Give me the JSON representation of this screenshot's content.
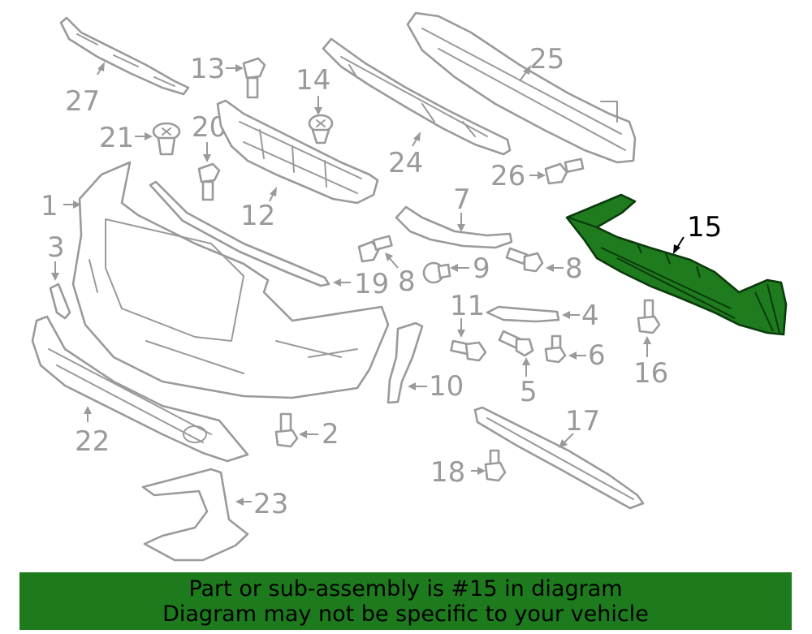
{
  "callouts": {
    "c1": "1",
    "c2": "2",
    "c3": "3",
    "c4": "4",
    "c5": "5",
    "c6": "6",
    "c7": "7",
    "c8a": "8",
    "c8b": "8",
    "c9": "9",
    "c10": "10",
    "c11": "11",
    "c12": "12",
    "c13": "13",
    "c14": "14",
    "c15": "15",
    "c16": "16",
    "c17": "17",
    "c18": "18",
    "c19": "19",
    "c20": "20",
    "c21": "21",
    "c22": "22",
    "c23": "23",
    "c24": "24",
    "c25": "25",
    "c26": "26",
    "c27": "27"
  },
  "highlight": {
    "part_number": "15",
    "color": "#1e7b1e"
  },
  "banner": {
    "line1": "Part or sub-assembly is #15 in diagram",
    "line2": "Diagram may not be specific to your vehicle",
    "background": "#1d7a1d"
  }
}
